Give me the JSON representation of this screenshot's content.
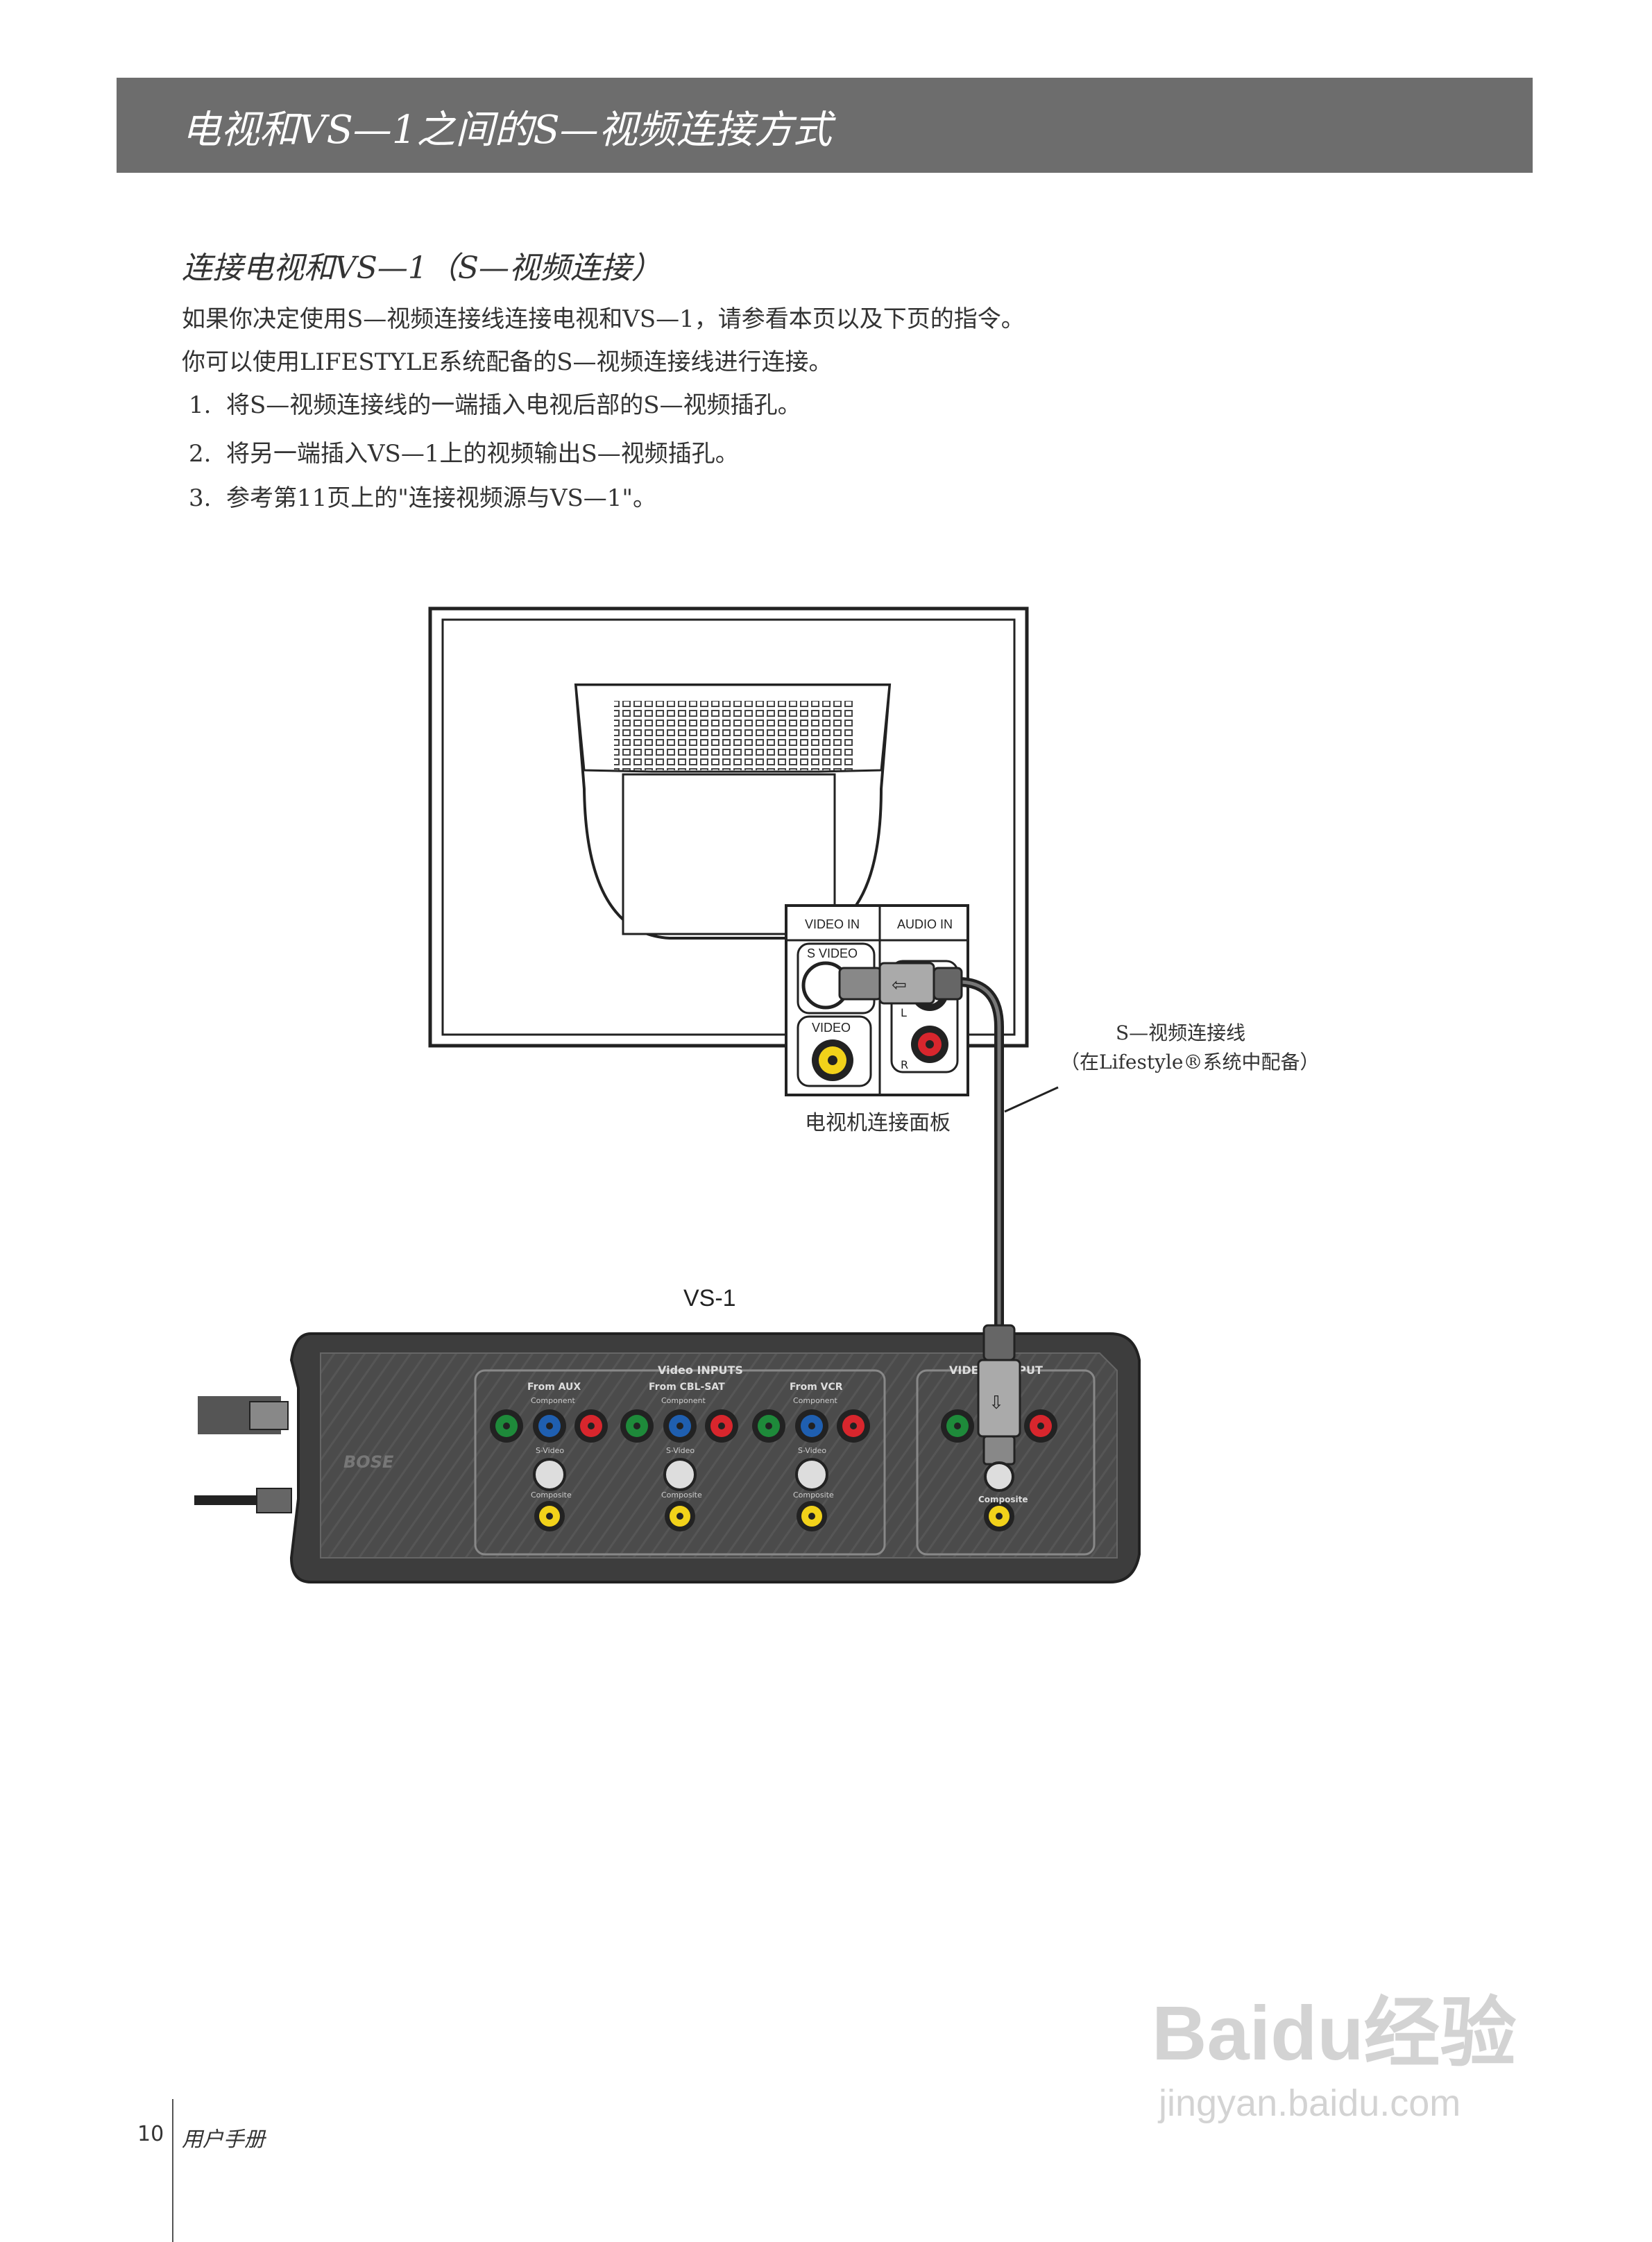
{
  "header": {
    "title": "电视和VS—1之间的S—视频连接方式"
  },
  "section": {
    "title": "连接电视和VS—1（S—视频连接）"
  },
  "intro": [
    "如果你决定使用S—视频连接线连接电视和VS—1，请参看本页以及下页的指令。",
    "你可以使用LIFESTYLE系统配备的S—视频连接线进行连接。"
  ],
  "steps": [
    {
      "num": "1.",
      "text": "将S—视频连接线的一端插入电视后部的S—视频插孔。"
    },
    {
      "num": "2.",
      "text": "将另一端插入VS—1上的视频输出S—视频插孔。"
    },
    {
      "num": "3.",
      "text": "参考第11页上的\"连接视频源与VS—1\"。"
    }
  ],
  "diagram": {
    "tv_panel": {
      "video_in": "VIDEO IN",
      "audio_in": "AUDIO IN",
      "s_video": "S VIDEO",
      "video": "VIDEO",
      "l": "L",
      "r": "R",
      "caption": "电视机连接面板"
    },
    "cable_label_line1": "S—视频连接线",
    "cable_label_line2": "（在Lifestyle®系统中配备）",
    "vs1": {
      "label": "VS-1",
      "brand": "BOSE",
      "inputs_title": "Video INPUTS",
      "output_title": "VIDEO OUTPUT",
      "sources": [
        "From AUX",
        "From CBL-SAT",
        "From VCR"
      ],
      "component": "Component",
      "s_video": "S-Video",
      "composite": "Composite"
    }
  },
  "footer": {
    "page": "10",
    "manual": "用户手册"
  },
  "watermark": {
    "brand": "Baidu经验",
    "url": "jingyan.baidu.com"
  }
}
